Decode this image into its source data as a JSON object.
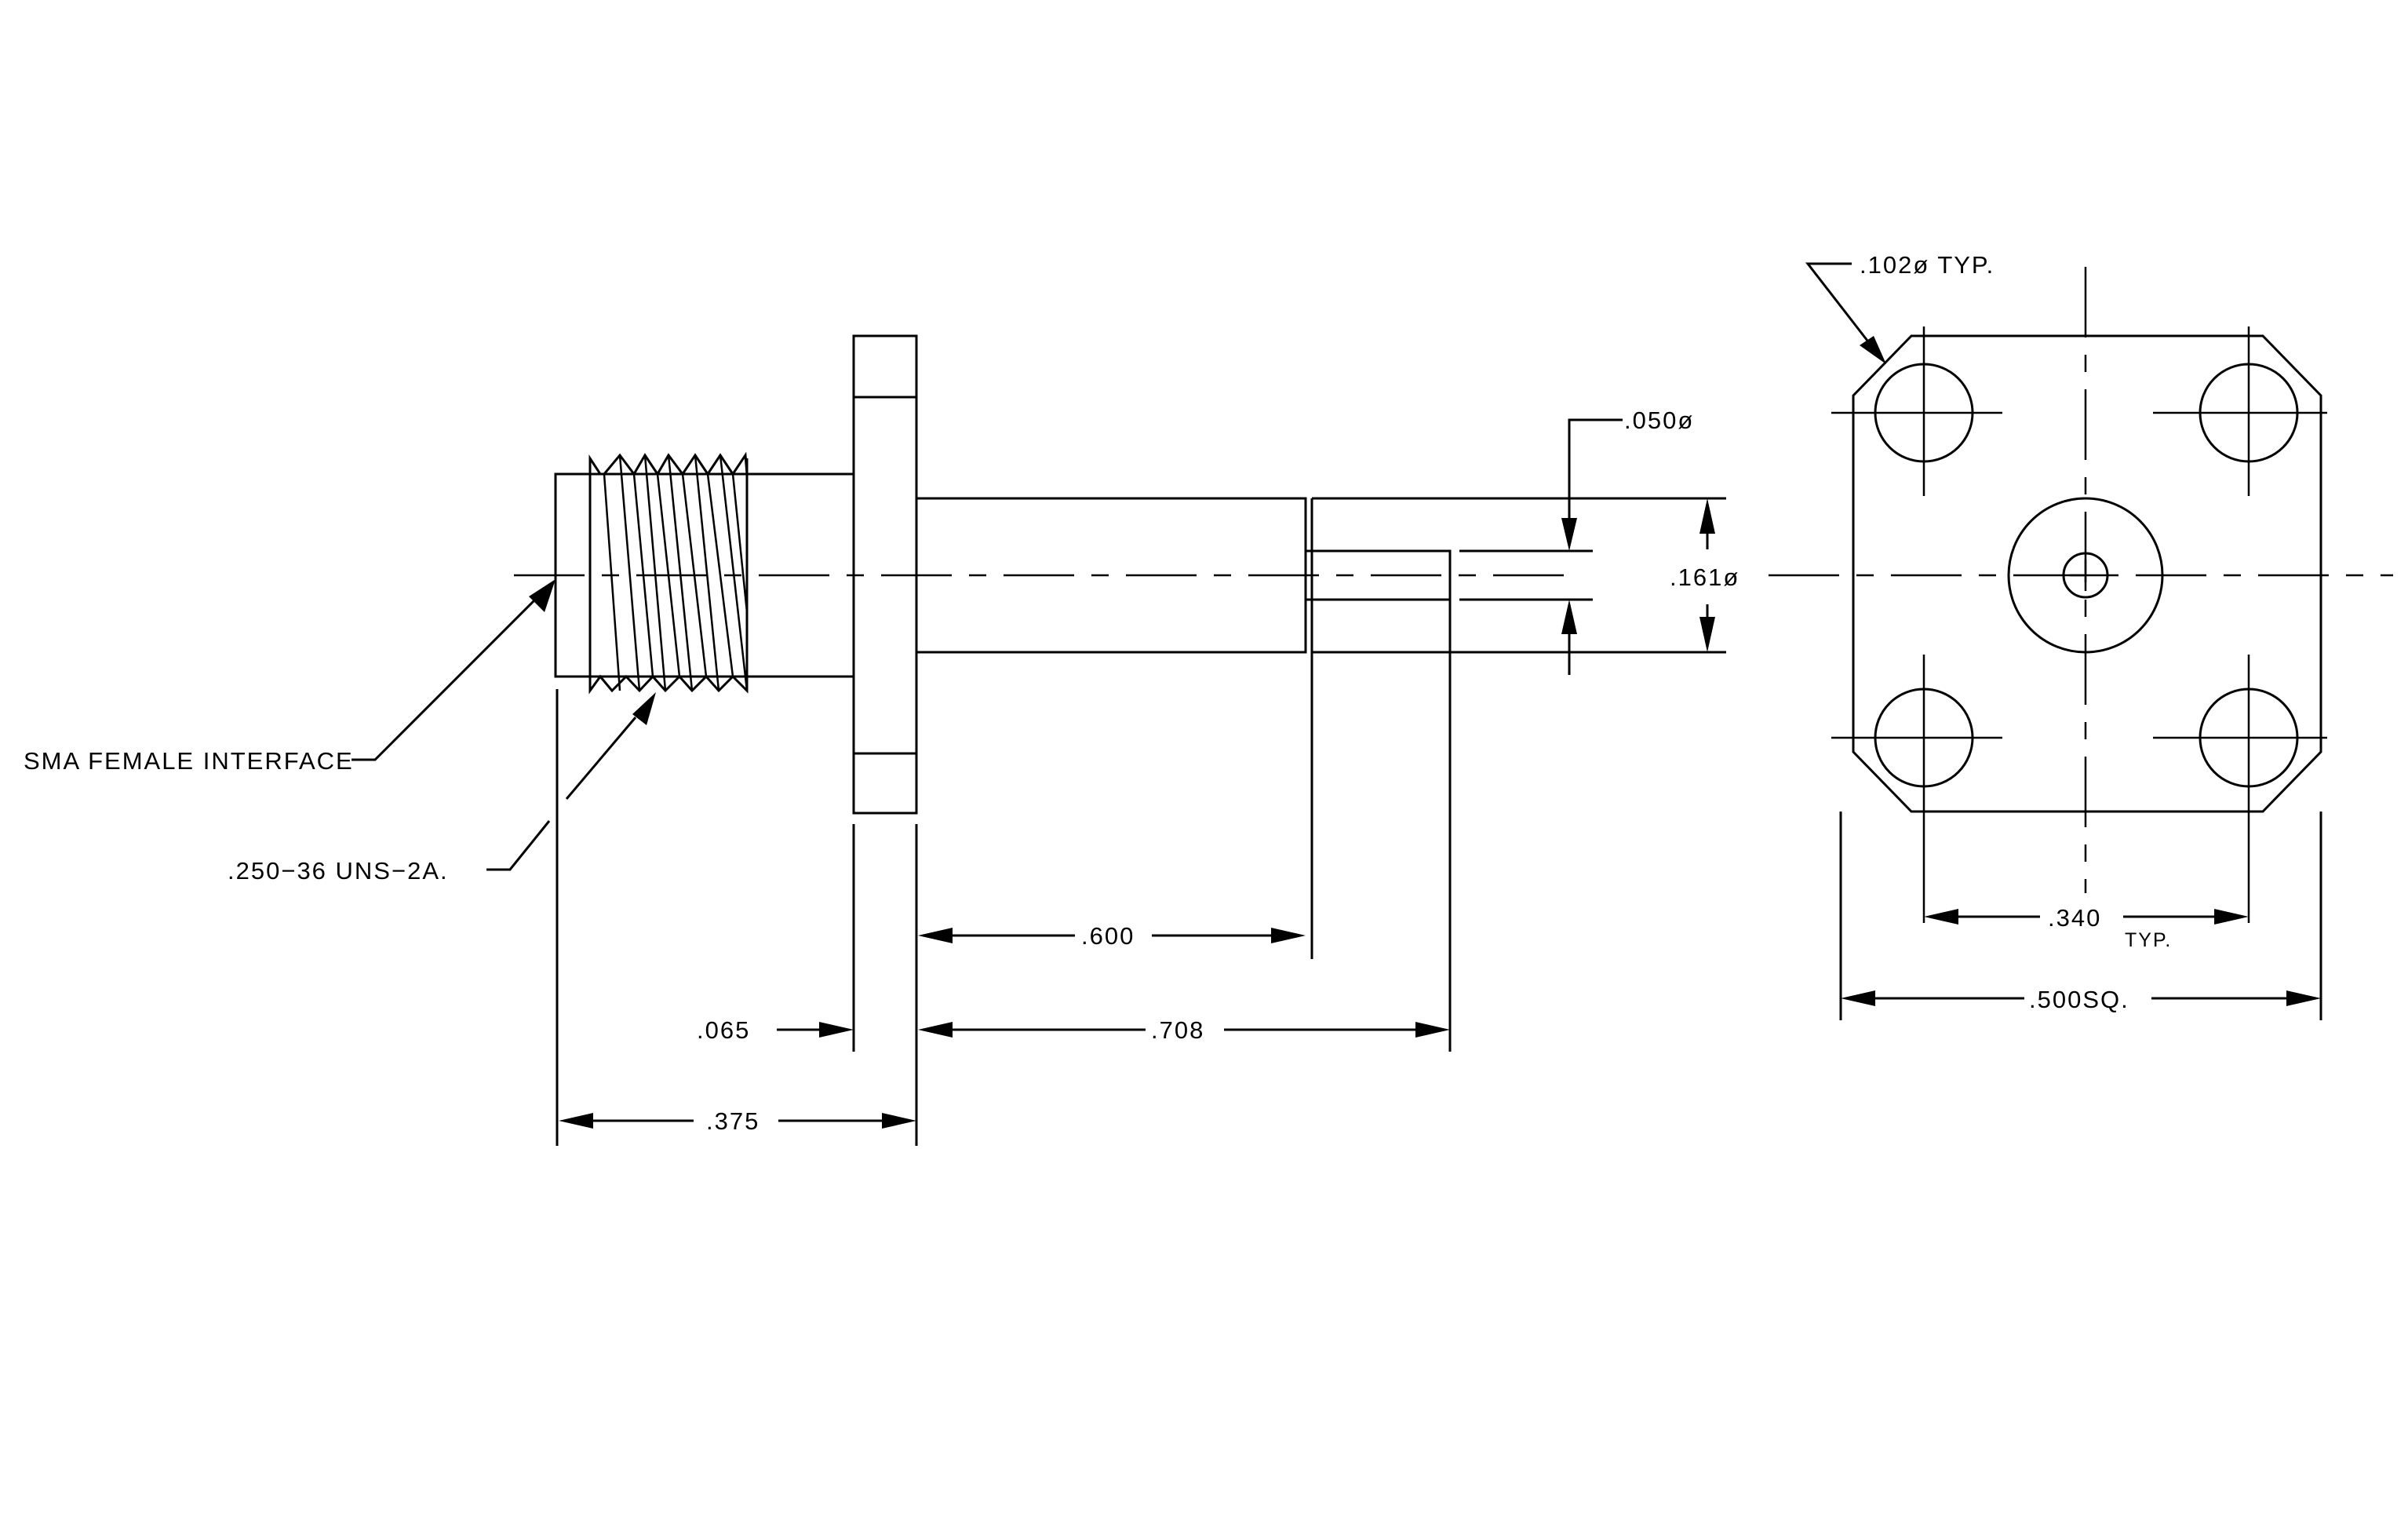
{
  "labels": {
    "sma_interface": "SMA FEMALE INTERFACE",
    "thread": ".250−36 UNS−2A.",
    "dim_065": ".065",
    "dim_375": ".375",
    "dim_600": ".600",
    "dim_708": ".708",
    "dim_050": ".050ø",
    "dim_161": ".161ø",
    "dim_102": ".102ø  TYP.",
    "dim_340": ".340",
    "dim_340_typ": "TYP.",
    "dim_500": ".500SQ."
  },
  "colors": {
    "line": "#000000",
    "background": "#ffffff"
  }
}
